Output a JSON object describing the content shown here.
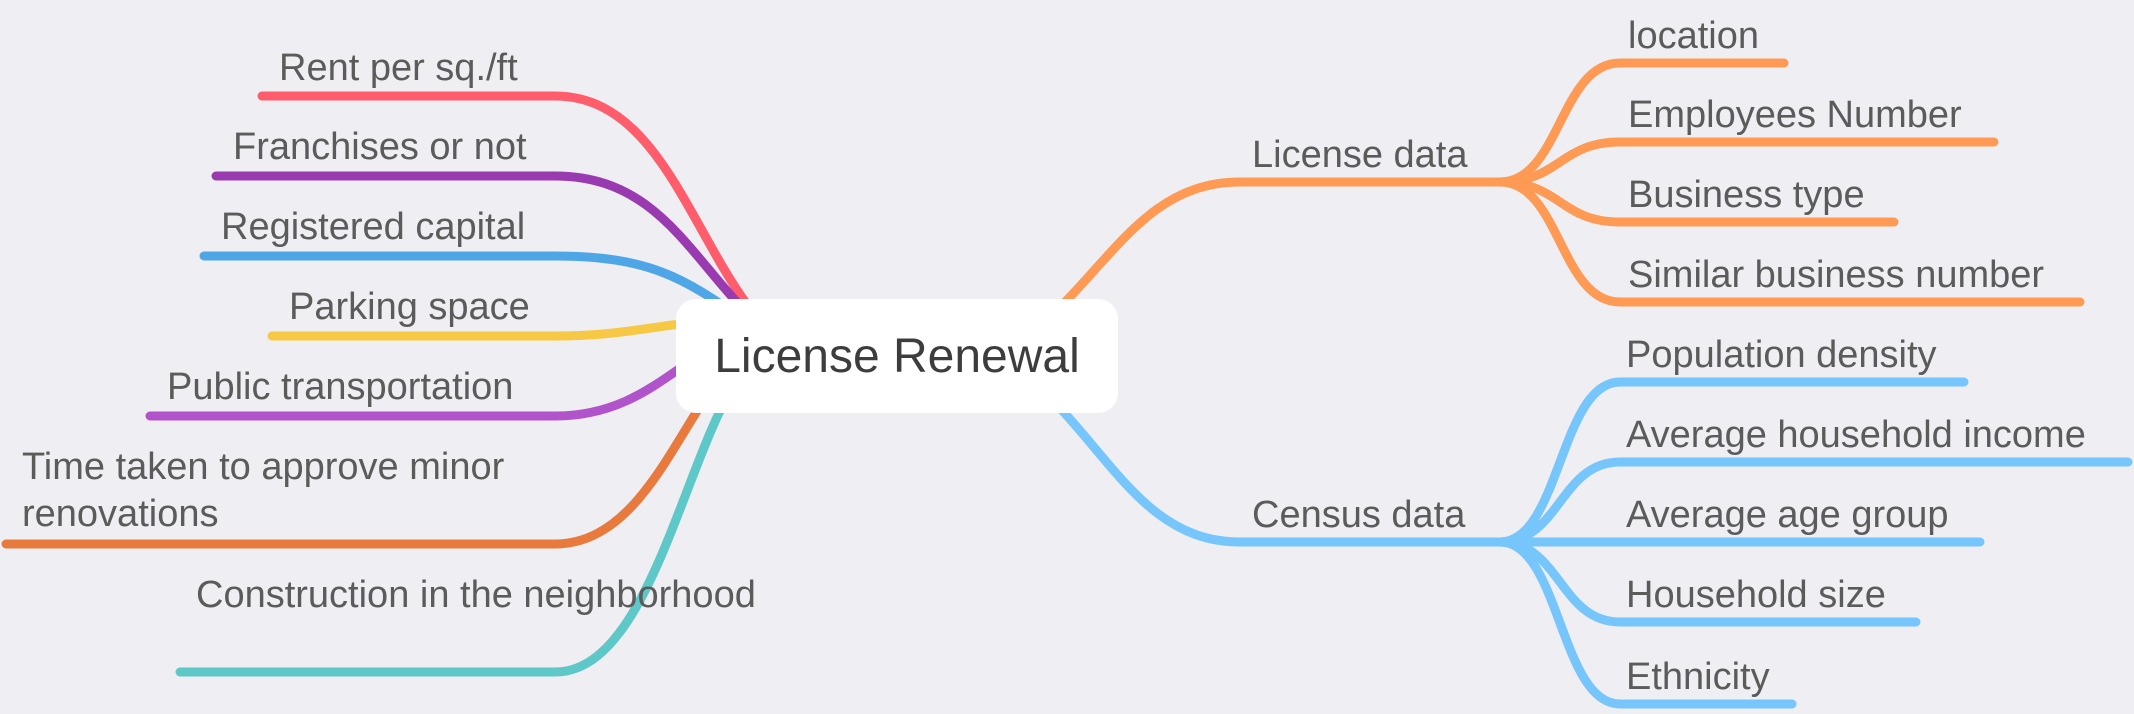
{
  "central": {
    "label": "License Renewal"
  },
  "left_branches": [
    {
      "label": "Rent per sq./ft",
      "color": "#ff5c6c"
    },
    {
      "label": "Franchises or not",
      "color": "#9a3ab0"
    },
    {
      "label": "Registered capital",
      "color": "#4fa6e6"
    },
    {
      "label": "Parking space",
      "color": "#f7c843"
    },
    {
      "label": "Public transportation",
      "color": "#b154cc"
    },
    {
      "label": "Time taken to approve minor renovations",
      "color": "#e87a3d"
    },
    {
      "label": "Construction in the neighborhood",
      "color": "#5ec8c8"
    }
  ],
  "right_branches": [
    {
      "label": "License data",
      "color": "#ff9a55",
      "children": [
        "location",
        "Employees Number",
        "Business type",
        "Similar business number"
      ]
    },
    {
      "label": "Census data",
      "color": "#76c6fc",
      "children": [
        "Population density",
        "Average household income",
        "Average age group",
        "Household size",
        "Ethnicity"
      ]
    }
  ]
}
